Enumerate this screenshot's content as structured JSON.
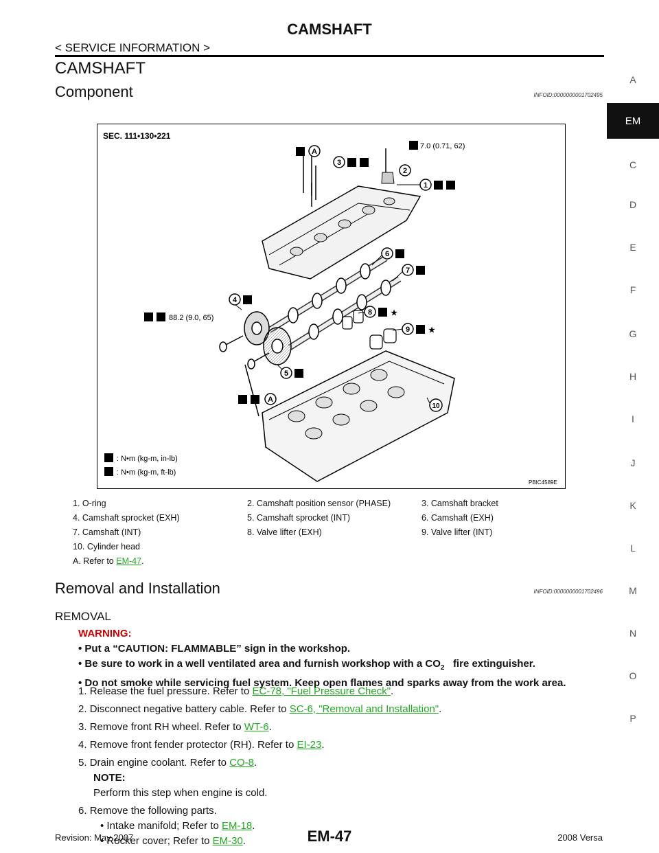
{
  "header": {
    "title": "CAMSHAFT",
    "subtitle": "< SERVICE INFORMATION >"
  },
  "page_heading": "CAMSHAFT",
  "sections": {
    "component": {
      "title": "Component",
      "infoid": "INFOID:0000000001702495"
    },
    "removal": {
      "title": "Removal and Installation",
      "infoid": "INFOID:0000000001702496"
    }
  },
  "side_tabs": [
    "A",
    "EM",
    "C",
    "D",
    "E",
    "F",
    "G",
    "H",
    "I",
    "J",
    "K",
    "L",
    "M",
    "N",
    "O",
    "P"
  ],
  "side_active": "EM",
  "figure": {
    "sec": "SEC. 111•130•221",
    "torque_a": "7.0 (0.71, 62)",
    "torque_b": "88.2 (9.0, 65)",
    "unit_1": ": N•m (kg-m, in-lb)",
    "unit_2": ": N•m (kg-m, ft-lb)",
    "code": "PBIC4589E",
    "callouts": [
      "1",
      "2",
      "3",
      "4",
      "5",
      "6",
      "7",
      "8",
      "9",
      "10"
    ],
    "letter": "A",
    "star": "★"
  },
  "legend": [
    [
      "1. O-ring",
      "2. Camshaft position sensor (PHASE)",
      "3. Camshaft bracket"
    ],
    [
      "4. Camshaft sprocket (EXH)",
      "5. Camshaft sprocket (INT)",
      "6. Camshaft (EXH)"
    ],
    [
      "7. Camshaft (INT)",
      "8. Valve lifter (EXH)",
      "9. Valve lifter (INT)"
    ],
    [
      "10. Cylinder head",
      "",
      ""
    ]
  ],
  "legend_a": {
    "prefix": "A. Refer to ",
    "link": "EM-47",
    "suffix": "."
  },
  "removal_heading": "REMOVAL",
  "warning": {
    "label": "WARNING:",
    "items": [
      "Put a “CAUTION: FLAMMABLE” sign in the workshop.",
      "Be sure to work in a well ventilated area and furnish workshop with a CO",
      "Do not smoke while servicing fuel system. Keep open flames and sparks away from the work area."
    ],
    "co2_sub": "2",
    "co2_tail": "   fire extinguisher."
  },
  "steps": [
    {
      "num": "1.",
      "text": "Release the fuel pressure. Refer to ",
      "link": "EC-78, \"Fuel Pressure Check\"",
      "tail": "."
    },
    {
      "num": "2.",
      "text": "Disconnect negative battery cable. Refer to ",
      "link": "SC-6, \"Removal and Installation\"",
      "tail": "."
    },
    {
      "num": "3.",
      "text": "Remove front RH wheel. Refer to ",
      "link": "WT-6",
      "tail": "."
    },
    {
      "num": "4.",
      "text": "Remove front fender protector (RH). Refer to ",
      "link": "EI-23",
      "tail": "."
    },
    {
      "num": "5.",
      "text": "Drain engine coolant. Refer to ",
      "link": "CO-8",
      "tail": "."
    },
    {
      "num": "6.",
      "text": "Remove the following parts.",
      "link": "",
      "tail": ""
    }
  ],
  "note": {
    "label": "NOTE:",
    "text": "Perform this step when engine is cold."
  },
  "subitems": [
    {
      "text": "• Intake manifold; Refer to ",
      "link": "EM-18",
      "tail": "."
    },
    {
      "text": "• Rocker cover; Refer to ",
      "link": "EM-30",
      "tail": "."
    }
  ],
  "footer": {
    "revision": "Revision: May 2007",
    "page": "EM-47",
    "model": "2008 Versa"
  }
}
